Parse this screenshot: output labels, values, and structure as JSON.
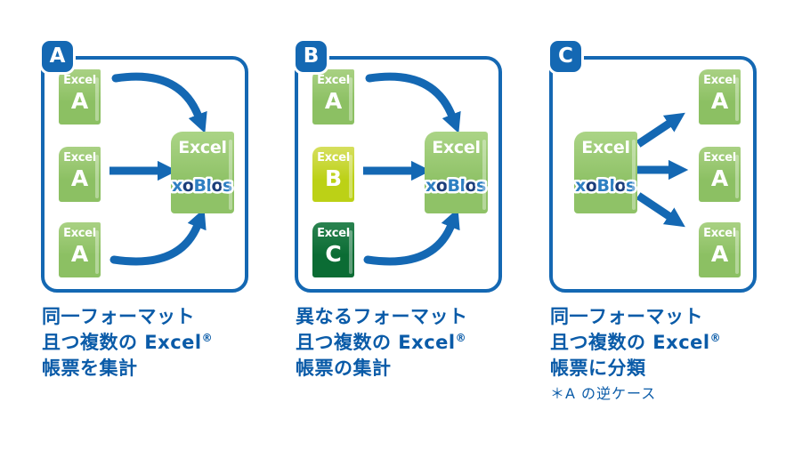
{
  "theme": {
    "accent_blue": "#1468b3",
    "caption_text_blue": "#0a5ba8",
    "doc_green": "#8cc063",
    "doc_lime": "#bcd116",
    "doc_dark_green": "#0b6c34",
    "hub_doc_green": "#8fc267",
    "logo_letter_blue": "#2e7fc2",
    "logo_o_navy": "#1b3e7b"
  },
  "panels": [
    {
      "badge": "A",
      "flow": "merge",
      "sources": [
        {
          "app": "Excel",
          "letter": "A",
          "color": "green"
        },
        {
          "app": "Excel",
          "letter": "A",
          "color": "green"
        },
        {
          "app": "Excel",
          "letter": "A",
          "color": "green"
        }
      ],
      "hub": {
        "app": "Excel",
        "logo": "xoBlos",
        "logo_parts": [
          "x",
          "o",
          "Bl",
          "o",
          "s"
        ]
      },
      "caption": {
        "line1": "同一フォーマット",
        "line2": "且つ複数の Excel",
        "line2_sup": "®",
        "line3": "帳票を集計"
      }
    },
    {
      "badge": "B",
      "flow": "merge",
      "sources": [
        {
          "app": "Excel",
          "letter": "A",
          "color": "green"
        },
        {
          "app": "Excel",
          "letter": "B",
          "color": "lime"
        },
        {
          "app": "Excel",
          "letter": "C",
          "color": "dark-green"
        }
      ],
      "hub": {
        "app": "Excel",
        "logo": "xoBlos",
        "logo_parts": [
          "x",
          "o",
          "Bl",
          "o",
          "s"
        ]
      },
      "caption": {
        "line1": "異なるフォーマット",
        "line2": "且つ複数の Excel",
        "line2_sup": "®",
        "line3": "帳票の集計"
      }
    },
    {
      "badge": "C",
      "flow": "split",
      "hub": {
        "app": "Excel",
        "logo": "xoBlos",
        "logo_parts": [
          "x",
          "o",
          "Bl",
          "o",
          "s"
        ]
      },
      "targets": [
        {
          "app": "Excel",
          "letter": "A",
          "color": "green"
        },
        {
          "app": "Excel",
          "letter": "A",
          "color": "green"
        },
        {
          "app": "Excel",
          "letter": "A",
          "color": "green"
        }
      ],
      "caption": {
        "line1": "同一フォーマット",
        "line2": "且つ複数の Excel",
        "line2_sup": "®",
        "line3": "帳票に分類",
        "note": "＊A の逆ケース"
      }
    }
  ]
}
